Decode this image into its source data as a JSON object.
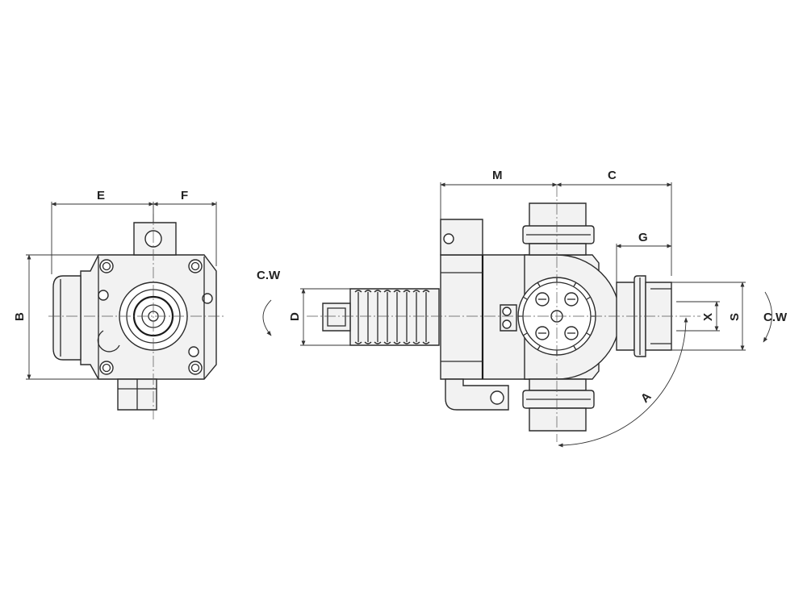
{
  "labels": {
    "E": "E",
    "F": "F",
    "B": "B",
    "M": "M",
    "C": "C",
    "G": "G",
    "D": "D",
    "X": "X",
    "S": "S",
    "A": "A",
    "cw_left": "C.W",
    "cw_right": "C.W"
  }
}
